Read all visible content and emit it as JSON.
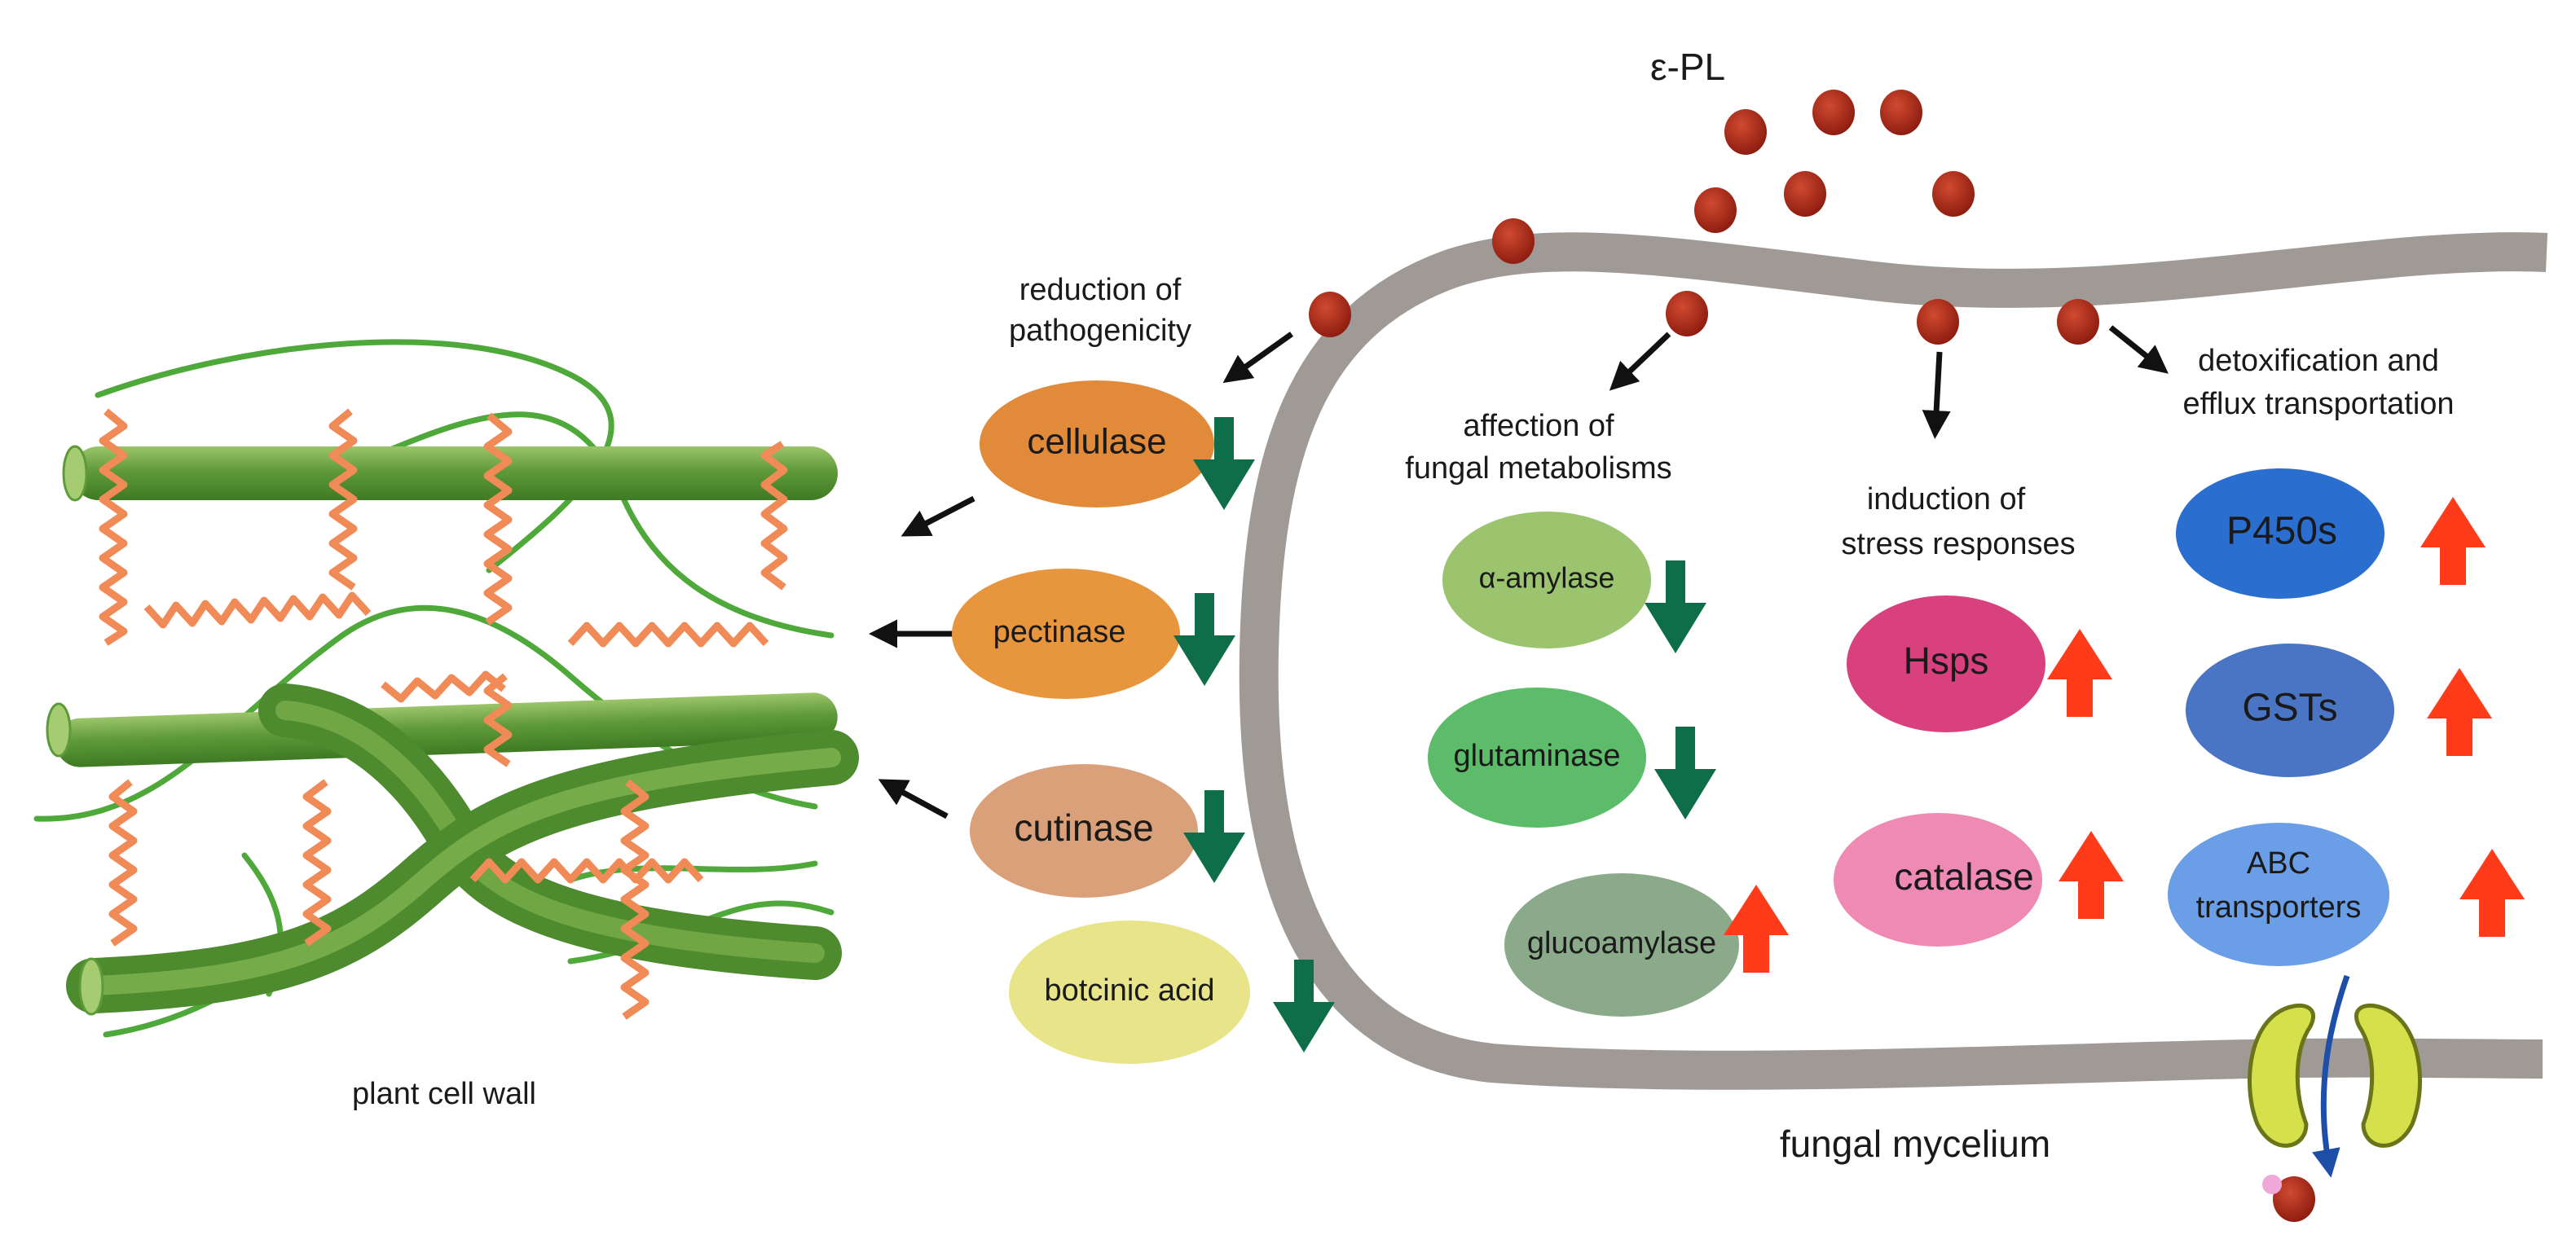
{
  "labels": {
    "epsilon_pl": "ε-PL",
    "plant_cell_wall": "plant cell wall",
    "fungal_mycelium": "fungal mycelium",
    "reduction_line1": "reduction of",
    "reduction_line2": "pathogenicity",
    "affection_line1": "affection of",
    "affection_line2": "fungal metabolisms",
    "induction_line1": "induction of",
    "induction_line2": "stress responses",
    "detox_line1": "detoxification and",
    "detox_line2": "efflux transportation"
  },
  "enzymes": {
    "cellulase": "cellulase",
    "pectinase": "pectinase",
    "cutinase": "cutinase",
    "botcinic_acid": "botcinic acid",
    "alpha_amylase": "α-amylase",
    "glutaminase": "glutaminase",
    "glucoamylase": "glucoamylase",
    "hsps": "Hsps",
    "catalase": "catalase",
    "p450s": "P450s",
    "gsts": "GSTs",
    "abc_line1": "ABC",
    "abc_line2": "transporters"
  },
  "colors": {
    "cellulase": "#e08a3a",
    "pectinase": "#e8963e",
    "cutinase": "#d9a07a",
    "botcinic_acid": "#e8e48a",
    "alpha_amylase": "#9cc46e",
    "glutaminase": "#5cbc6a",
    "glucoamylase": "#8aaa8a",
    "hsps": "#d8407e",
    "catalase": "#ee8ab4",
    "p450s": "#2a6ed0",
    "gsts": "#4a74c4",
    "abc": "#6a9ee6",
    "down_arrow": "#0f6e4a",
    "up_arrow": "#ff3b1a",
    "membrane": "#a09a96",
    "epl_particle": "#b02a1a"
  }
}
